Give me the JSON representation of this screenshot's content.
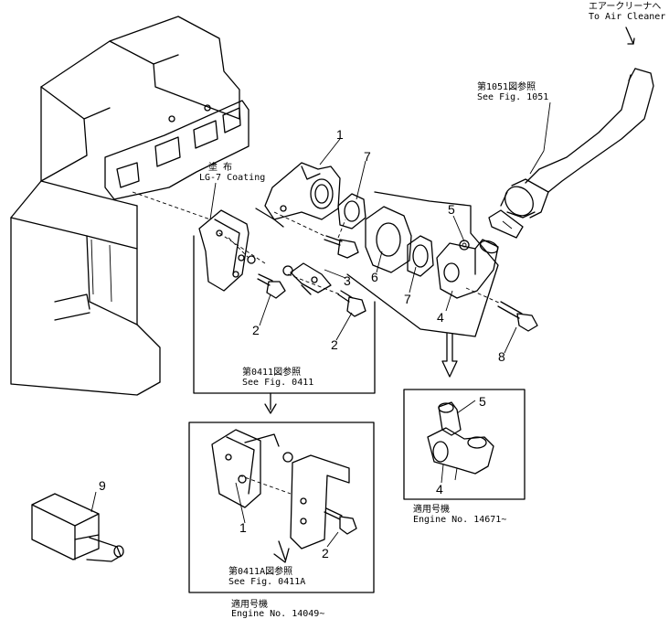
{
  "callouts": {
    "air_cleaner_jp": "エアークリーナへ",
    "air_cleaner_en": "To Air Cleaner",
    "fig1051_jp": "第1051図参照",
    "fig1051_en": "See Fig. 1051",
    "coating_jp": "塗 布",
    "coating_en": "LG-7 Coating",
    "fig0411_jp": "第0411図参照",
    "fig0411_en": "See Fig. 0411",
    "fig0411a_jp": "第0411A図参照",
    "fig0411a_en": "See Fig. 0411A",
    "serial_a_jp": "適用号機",
    "serial_a_en": "Engine No. 14671~",
    "serial_b_jp": "適用号機",
    "serial_b_en": "Engine No. 14049~"
  },
  "part_numbers": {
    "p1_main": "1",
    "p7_main": "7",
    "p5_main": "5",
    "p6_main": "6",
    "p7_mid": "7",
    "p3_main": "3",
    "p4_main": "4",
    "p8_main": "8",
    "p2_left": "2",
    "p2_right": "2",
    "p5_inset": "5",
    "p4_inset": "4",
    "p9_tool": "9",
    "p1_inset": "1",
    "p2_inset": "2"
  }
}
